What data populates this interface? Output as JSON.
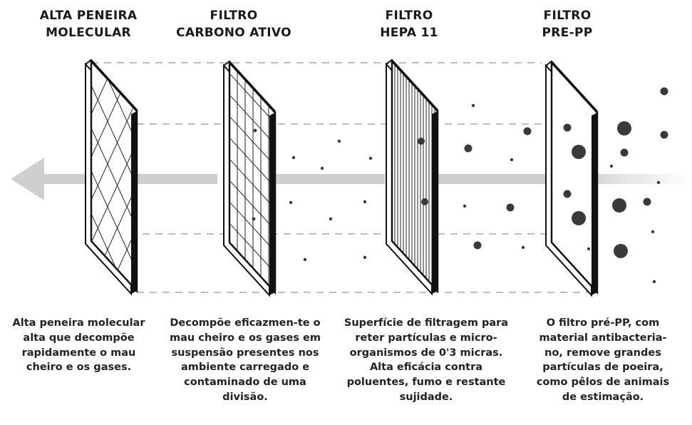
{
  "filters": [
    {
      "id": "alta-peneira",
      "title_lines": [
        "ALTA PENEIRA",
        "MOLECULAR"
      ],
      "description": "Alta peneira molecular alta que decompõe rapidamente o mau cheiro e os gases."
    },
    {
      "id": "carbono-ativo",
      "title_lines": [
        "FILTRO",
        "CARBONO ATIVO"
      ],
      "description": "Decompõe eficazmen-te o mau cheiro e os gases em suspensão presentes nos ambiente carregado e contaminado de uma divisão."
    },
    {
      "id": "hepa-11",
      "title_lines": [
        "FILTRO",
        "HEPA 11"
      ],
      "description": "Superfície de filtragem para reter partículas e micro-organismos de 0'3 micras. Alta eficácia contra poluentes, fumo e restante sujidade."
    },
    {
      "id": "pre-pp",
      "title_lines": [
        "FILTRO",
        "PRE-PP"
      ],
      "description": "O filtro pré-PP, com material antibacteria-no, remove grandes partículas de poeira, como pêlos de animais de estimação."
    }
  ],
  "colors": {
    "arrow": "#cfcfcf",
    "particle": "#3a3a3a",
    "dashed": "#bdbdbd",
    "frame": "#111111"
  },
  "icons": {
    "flow_arrow": "arrow-left-icon",
    "particle": "particle-dot"
  }
}
